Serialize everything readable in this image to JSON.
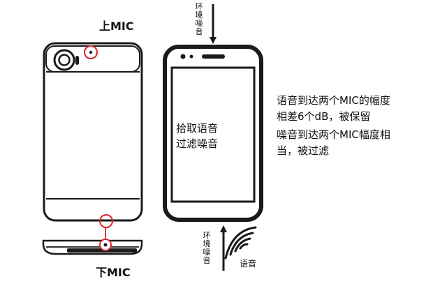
{
  "labels": {
    "top_mic": "上MIC",
    "bottom_mic": "下MIC",
    "ambient_noise_top": "环境噪音",
    "ambient_noise_bottom": "环境噪音",
    "voice": "语音",
    "screen_line1": "拾取语音",
    "screen_line2": "过滤噪音"
  },
  "description": {
    "line1": "语音到达两个MIC的幅度",
    "line2": "相差6个dB，被保留",
    "line3": "噪音到达两个MIC幅度相",
    "line4": "当，被过滤"
  },
  "colors": {
    "outline": "#1a1a1a",
    "mic_circle": "#d9262c"
  }
}
